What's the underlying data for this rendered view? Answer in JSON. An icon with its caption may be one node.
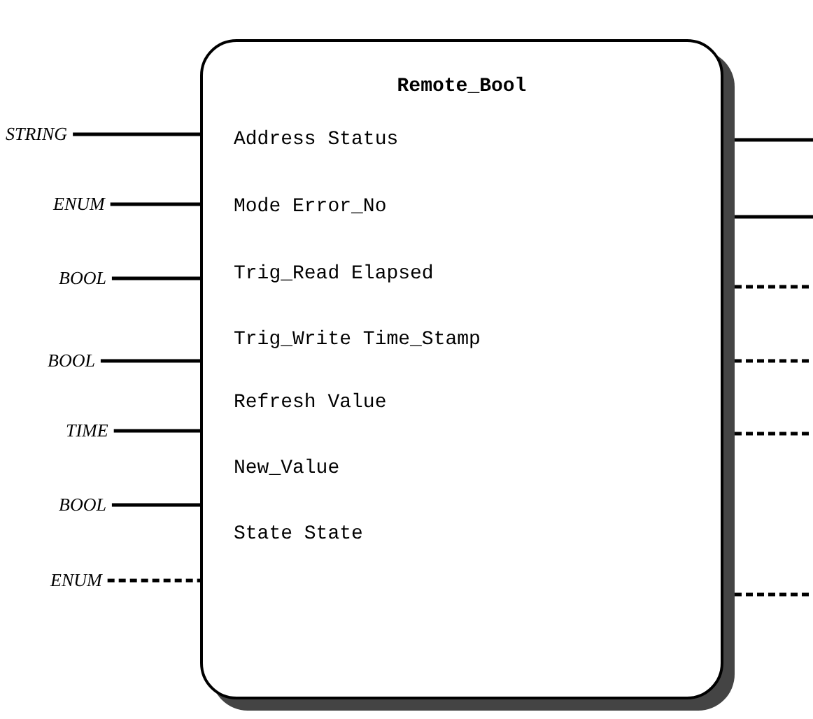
{
  "diagram": {
    "nodes": [
      {
        "text": [
          "Remote_Bool",
          "Address Status",
          "Mode Error_No",
          "Trig_Read Elapsed",
          "Trig_Write Time_Stamp",
          "Refresh Value",
          "New_Value",
          "State State"
        ]
      },
      {
        "text": [
          "STRING"
        ]
      },
      {
        "text": [
          "ENUM"
        ]
      },
      {
        "text": [
          "BOOL"
        ]
      },
      {
        "text": [
          "BOOL"
        ]
      },
      {
        "text": [
          "TIME"
        ]
      },
      {
        "text": [
          "BOOL"
        ]
      },
      {
        "text": [
          "ENUM"
        ]
      }
    ],
    "edges": [
      {
        "from": 1,
        "to": 0,
        "arrow": "none"
      },
      {
        "from": 2,
        "to": 0,
        "arrow": "none"
      },
      {
        "from": 3,
        "to": 0,
        "arrow": "none"
      },
      {
        "from": 4,
        "to": 0,
        "arrow": "none"
      },
      {
        "from": 5,
        "to": 0,
        "arrow": "none"
      },
      {
        "from": 6,
        "to": 0,
        "arrow": "none"
      },
      {
        "from": 7,
        "to": 0,
        "arrow": "none",
        "style": "dashed"
      },
      {
        "from": 0,
        "to": null,
        "arrow": "none"
      },
      {
        "from": 0,
        "to": null,
        "arrow": "none"
      },
      {
        "from": 0,
        "to": null,
        "arrow": "none",
        "style": "dashed"
      },
      {
        "from": 0,
        "to": null,
        "arrow": "none",
        "style": "dashed"
      },
      {
        "from": 0,
        "to": null,
        "arrow": "none",
        "style": "dashed"
      },
      {
        "from": 0,
        "to": null,
        "arrow": "none",
        "style": "dashed"
      }
    ]
  }
}
